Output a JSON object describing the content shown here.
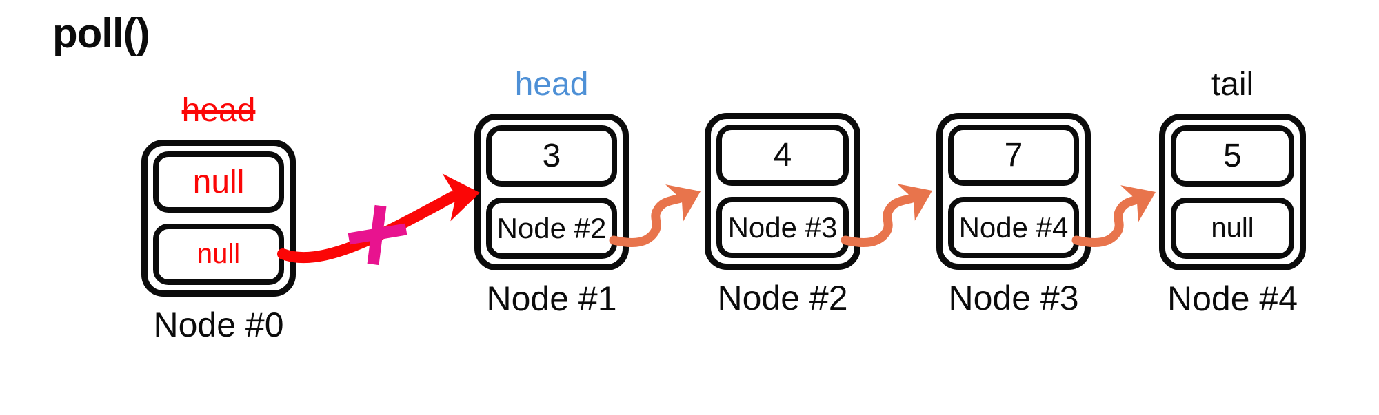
{
  "title": "poll()",
  "colors": {
    "removed_red": "#FB0606",
    "cross_magenta": "#E8138F",
    "link_orange": "#E8744C",
    "head_blue": "#4E90D6",
    "ink_black": "#0B0B0B",
    "background": "#FFFFFF"
  },
  "nodes": [
    {
      "caption": "Node #0",
      "top_label": "head",
      "top_label_state": "removed",
      "value": "null",
      "next": "null"
    },
    {
      "caption": "Node #1",
      "top_label": "head",
      "top_label_state": "current",
      "value": "3",
      "next": "Node #2"
    },
    {
      "caption": "Node #2",
      "value": "4",
      "next": "Node #3"
    },
    {
      "caption": "Node #3",
      "value": "7",
      "next": "Node #4"
    },
    {
      "caption": "Node #4",
      "top_label": "tail",
      "top_label_state": "plain",
      "value": "5",
      "next": "null"
    }
  ],
  "arrows": [
    {
      "label": "old head pointer (crossed out)",
      "from": "Node #0",
      "to": "Node #1",
      "style": "crossed-out",
      "color": "#FB0606"
    },
    {
      "label": "next pointer",
      "from": "Node #1",
      "to": "Node #2",
      "style": "link",
      "color": "#E8744C"
    },
    {
      "label": "next pointer",
      "from": "Node #2",
      "to": "Node #3",
      "style": "link",
      "color": "#E8744C"
    },
    {
      "label": "next pointer",
      "from": "Node #3",
      "to": "Node #4",
      "style": "link",
      "color": "#E8744C"
    }
  ]
}
